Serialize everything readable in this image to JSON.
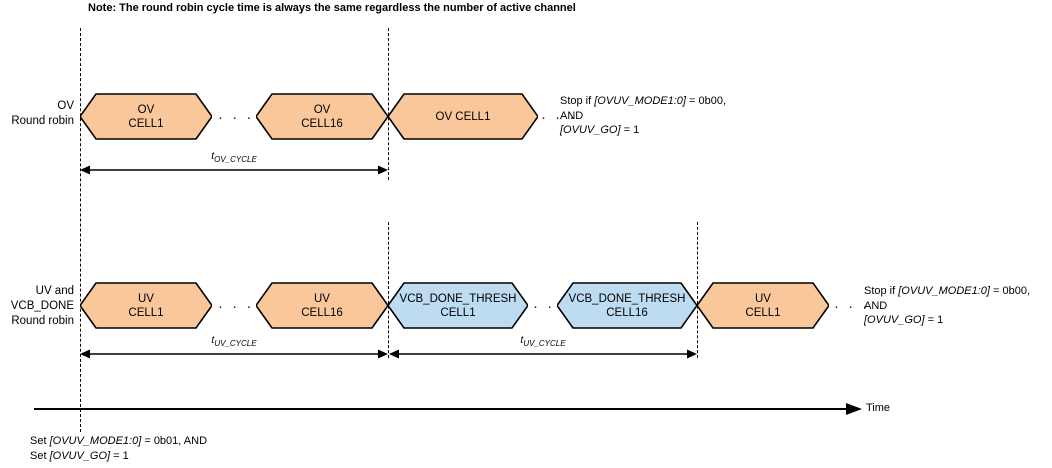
{
  "note": "Note: The round robin cycle time is always the same regardless the number of active channel",
  "colors": {
    "hex_fill_orange": "#F9C79A",
    "hex_fill_blue": "#BDDCF2",
    "hex_stroke": "#000000",
    "line": "#000000"
  },
  "rows": {
    "ov": {
      "caption_lines": [
        "OV",
        "Round robin"
      ],
      "blocks": [
        {
          "lines": [
            "OV",
            "CELL1"
          ],
          "fill": "orange"
        },
        {
          "lines": [
            "OV",
            "CELL16"
          ],
          "fill": "orange"
        },
        {
          "lines": [
            "OV CELL1"
          ],
          "fill": "orange"
        }
      ],
      "ellipsis": "· · ·",
      "trailing_ellipsis": "· · ·",
      "measure": {
        "symbol": "t",
        "subscript": "OV_CYCLE"
      },
      "stop_text": {
        "line1_prefix": "Stop if ",
        "line1_register": "[OVUV_MODE1:0]",
        "line1_suffix": " = 0b00,",
        "line2": "AND",
        "line3_register": "[OVUV_GO]",
        "line3_suffix": " = 1"
      }
    },
    "uv": {
      "caption_lines": [
        "UV and",
        "VCB_DONE",
        "Round robin"
      ],
      "blocks": [
        {
          "lines": [
            "UV",
            "CELL1"
          ],
          "fill": "orange"
        },
        {
          "lines": [
            "UV",
            "CELL16"
          ],
          "fill": "orange"
        },
        {
          "lines": [
            "VCB_DONE_THRESH",
            "CELL1"
          ],
          "fill": "blue"
        },
        {
          "lines": [
            "VCB_DONE_THRESH",
            "CELL16"
          ],
          "fill": "blue"
        },
        {
          "lines": [
            "UV",
            "CELL1"
          ],
          "fill": "orange"
        }
      ],
      "ellipsis": "· · ·",
      "trailing_ellipsis": "· · ·",
      "measure1": {
        "symbol": "t",
        "subscript": "UV_CYCLE"
      },
      "measure2": {
        "symbol": "t",
        "subscript": "UV_CYCLE"
      },
      "stop_text": {
        "line1_prefix": "Stop if ",
        "line1_register": "[OVUV_MODE1:0]",
        "line1_suffix": " = 0b00,",
        "line2": "AND",
        "line3_register": "[OVUV_GO]",
        "line3_suffix": " = 1"
      }
    }
  },
  "axis": {
    "label": "Time"
  },
  "set_text": {
    "line1_prefix": "Set ",
    "line1_register": "[OVUV_MODE1:0]",
    "line1_suffix": " = 0b01, AND",
    "line2_prefix": "Set ",
    "line2_register": "[OVUV_GO]",
    "line2_suffix": " = 1"
  }
}
